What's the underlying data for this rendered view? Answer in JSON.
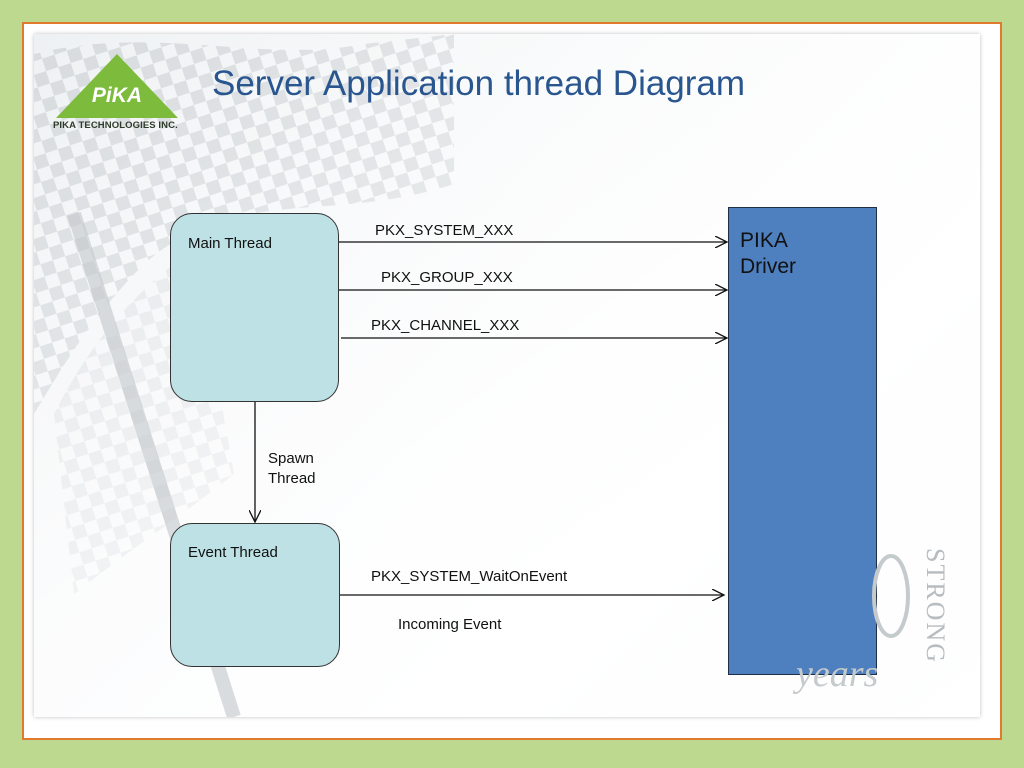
{
  "slide": {
    "title": "Server Application thread Diagram",
    "logo": {
      "wordmark": "PiKA",
      "caption": "PIKA TECHNOLOGIES INC."
    },
    "watermark": {
      "strong_text": "STRONG",
      "years_text": "years"
    }
  },
  "diagram": {
    "main_thread": {
      "label": "Main Thread"
    },
    "event_thread": {
      "label": "Event Thread"
    },
    "driver": {
      "line1": "PIKA",
      "line2": "Driver"
    },
    "spawn": {
      "line1": "Spawn",
      "line2": "Thread"
    },
    "calls": [
      {
        "label": "PKX_SYSTEM_XXX"
      },
      {
        "label": "PKX_GROUP_XXX"
      },
      {
        "label": "PKX_CHANNEL_XXX"
      },
      {
        "label": "PKX_SYSTEM_WaitOnEvent"
      },
      {
        "label": "Incoming Event"
      }
    ]
  },
  "colors": {
    "page_background": "#bcd98f",
    "frame_border": "#e07a2c",
    "title": "#2a5690",
    "thread_box_fill": "#bde1e4",
    "driver_fill": "#4e7fbe",
    "logo_green": "#7dbb3c"
  }
}
